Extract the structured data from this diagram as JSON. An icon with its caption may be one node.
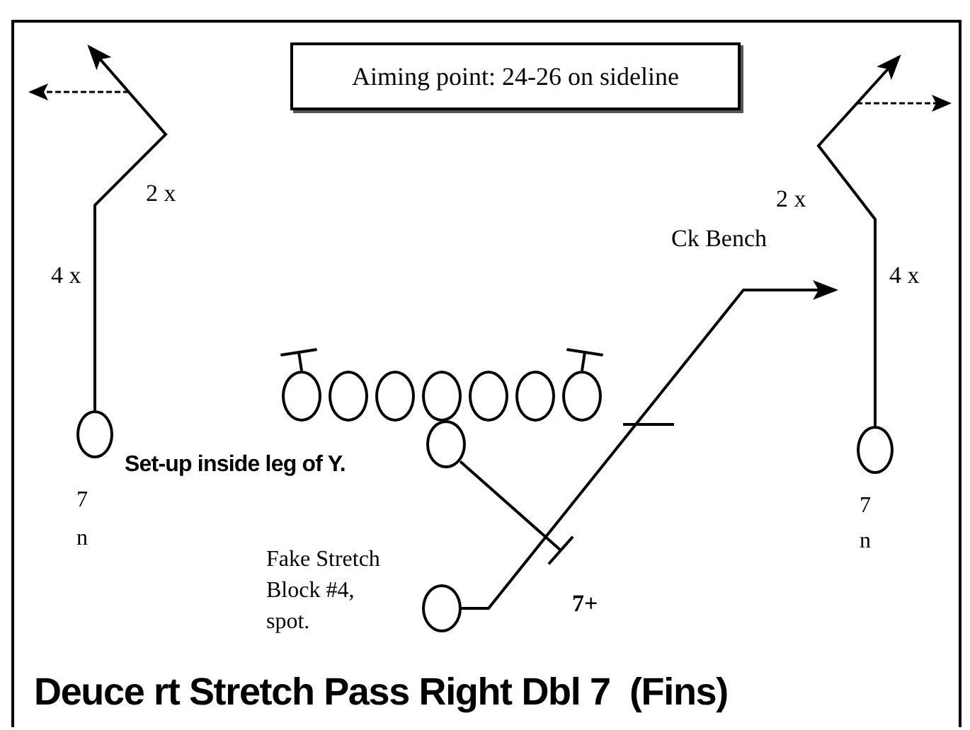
{
  "diagram": {
    "caption": "Deuce rt Stretch Pass Right Dbl 7  (Fins)",
    "nodes": [
      {
        "text": [
          "Aiming point: 24-26 on sideline"
        ]
      },
      {
        "text": [],
        "shape": "circle"
      },
      {
        "text": [],
        "shape": "circle"
      },
      {
        "text": [],
        "shape": "circle"
      },
      {
        "text": [],
        "shape": "circle"
      },
      {
        "text": [],
        "shape": "circle"
      },
      {
        "text": [],
        "shape": "circle"
      },
      {
        "text": [],
        "shape": "circle"
      },
      {
        "text": [],
        "shape": "circle",
        "beside": [
          "7",
          "n"
        ]
      },
      {
        "text": [],
        "shape": "circle",
        "beside": [
          "7",
          "n"
        ]
      },
      {
        "text": [],
        "shape": "circle"
      },
      {
        "text": [],
        "shape": "circle",
        "beside": [
          "Fake Stretch Block #4, spot."
        ]
      }
    ],
    "edges": [
      {
        "from": 8,
        "to": null,
        "arrow": "to"
      },
      {
        "from": 9,
        "to": null,
        "arrow": "to"
      },
      {
        "from": 10,
        "to": null,
        "arrow": "other"
      },
      {
        "from": 11,
        "to": null,
        "arrow": "to"
      },
      {
        "from": 1,
        "to": null,
        "arrow": "other"
      },
      {
        "from": 7,
        "to": null,
        "arrow": "other"
      }
    ],
    "labels": [
      "2 x",
      "4 x",
      "2 x",
      "4 x",
      "Ck Bench",
      "Set-up inside leg of Y.",
      "7+"
    ]
  }
}
